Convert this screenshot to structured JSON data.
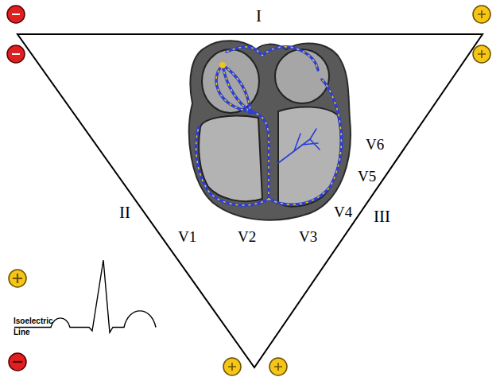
{
  "diagram": {
    "labels": [
      "I",
      "V6",
      "V5",
      "II",
      "V4",
      "III",
      "V1",
      "V2",
      "V3",
      "Isoelectric Line"
    ]
  }
}
